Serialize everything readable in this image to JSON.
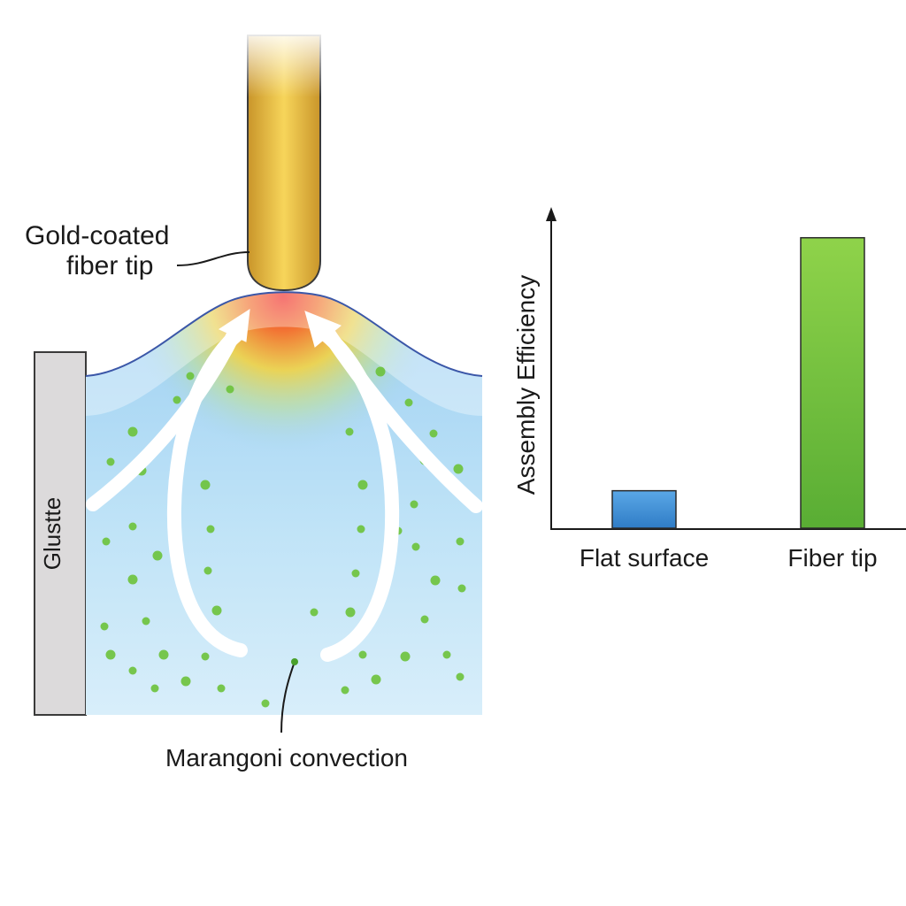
{
  "diagram": {
    "fiber_label_line1": "Gold-coated",
    "fiber_label_line2": "fiber tip",
    "substrate_label": "Glustte",
    "convection_label": "Marangoni convection",
    "colors": {
      "gold": "#e9b93a",
      "liquid": "#bfe3f7",
      "hot_spot": "#f03a2a",
      "particles": "#6cc23a",
      "substrate": "#dcdadb"
    }
  },
  "chart_data": {
    "type": "bar",
    "categories": [
      "Flat surface",
      "Fiber tip"
    ],
    "values": [
      12,
      93
    ],
    "ylabel": "Assembly Efficiency",
    "xlabel": "",
    "ylim": [
      0,
      100
    ],
    "colors": [
      "#3f8fd6",
      "#6cbf3a"
    ]
  }
}
